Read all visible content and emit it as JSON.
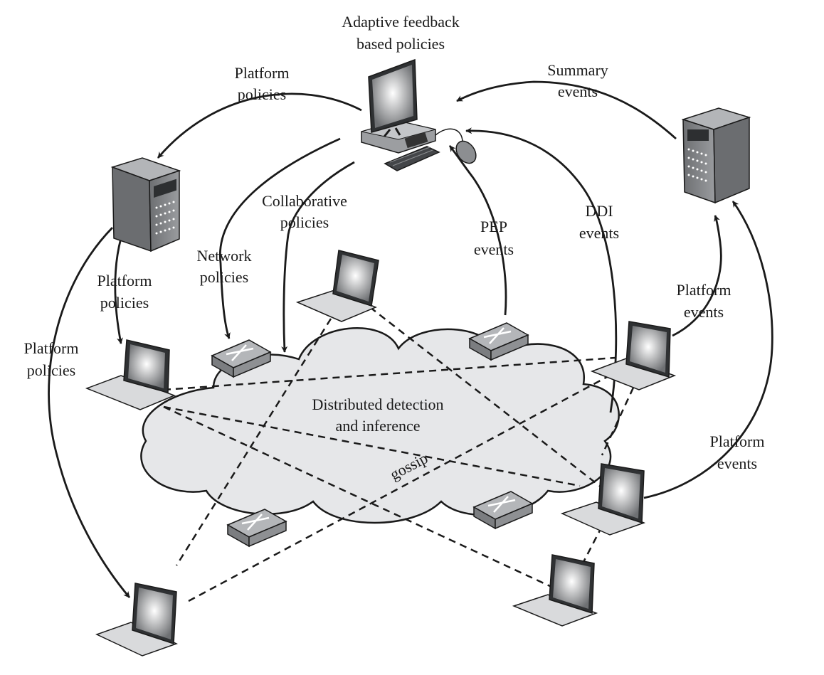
{
  "labels": {
    "adaptive": [
      "Adaptive feedback",
      "based policies"
    ],
    "platform_policies_top": [
      "Platform",
      "policies"
    ],
    "summary_events": [
      "Summary",
      "events"
    ],
    "collaborative_policies": [
      "Collaborative",
      "policies"
    ],
    "network_policies": [
      "Network",
      "policies"
    ],
    "pep_events": [
      "PEP",
      "events"
    ],
    "ddi_events": [
      "DDI",
      "events"
    ],
    "platform_policies_mid": [
      "Platform",
      "policies"
    ],
    "platform_policies_left": [
      "Platform",
      "policies"
    ],
    "platform_events_right": [
      "Platform",
      "events"
    ],
    "platform_events_lower": [
      "Platform",
      "events"
    ],
    "cloud": [
      "Distributed detection",
      "and inference"
    ],
    "gossip": "gossip"
  },
  "colors": {
    "cloud_fill": "#e6e7e9",
    "stroke": "#1a1a1a",
    "device_gray": "#8a8c8f"
  },
  "icons": [
    "workstation-icon",
    "server-icon",
    "laptop-icon",
    "network-switch-icon"
  ]
}
